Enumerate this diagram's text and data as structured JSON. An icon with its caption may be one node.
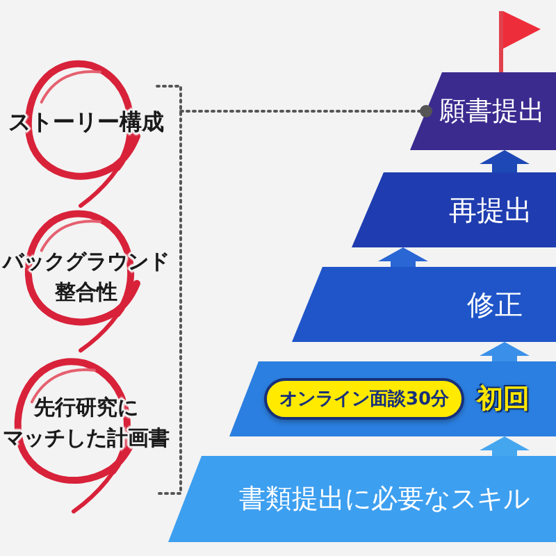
{
  "diagram": {
    "nodes": [
      {
        "text": [
          "ストーリー構成"
        ]
      },
      {
        "text": [
          "バックグラウンド整合性"
        ]
      },
      {
        "text": [
          "先行研究にマッチした計画書"
        ]
      },
      {
        "text": [],
        "shape": "bracket"
      },
      {
        "text": [
          "願書提出"
        ]
      },
      {
        "text": [
          "再提出"
        ]
      },
      {
        "text": [
          "修正"
        ]
      },
      {
        "text": [
          "初回"
        ]
      },
      {
        "text": [
          "オンライン面談30分"
        ],
        "in": 7
      },
      {
        "text": [
          "書類提出に必要なスキル"
        ]
      }
    ],
    "edges": [
      {
        "from": 9,
        "to": 7,
        "arrow": "to",
        "color": "#45a6f0"
      },
      {
        "from": 7,
        "to": 6,
        "arrow": "to",
        "color": "#3a8fe8"
      },
      {
        "from": 6,
        "to": 5,
        "arrow": "to",
        "color": "#2a66d4"
      },
      {
        "from": 5,
        "to": 4,
        "arrow": "to",
        "color": "#1d48b5"
      },
      {
        "from": 3,
        "to": 4,
        "arrow": "other",
        "style": "dashed",
        "color": "#555555"
      }
    ]
  }
}
